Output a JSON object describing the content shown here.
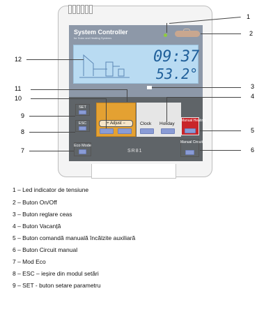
{
  "device": {
    "title": "System Controller",
    "subtitle": "for Solar and Heating Systems",
    "lcd_time": "09:37",
    "lcd_temp": "53.2°",
    "model": "SR81",
    "colors": {
      "panel_top": "#8d98a8",
      "panel_bottom": "#5f6468",
      "lcd": "#b9dbf2",
      "adjust": "#e4a132",
      "manual_heating": "#c8252a",
      "button": "#8a9cd6",
      "led": "#8ecb3f"
    }
  },
  "buttons": {
    "set": "SET",
    "esc": "ESC",
    "eco_mode": "Eco Mode",
    "adjust": "Adjust",
    "adjust_plus": "+",
    "adjust_minus": "−",
    "clock": "Clock",
    "holiday": "Holiday",
    "manual_heating": "Manual Heating",
    "manual_circuit": "Manual Circuit"
  },
  "callouts": [
    "1",
    "2",
    "3",
    "4",
    "5",
    "6",
    "7",
    "8",
    "9",
    "10",
    "11",
    "12"
  ],
  "legend": [
    "1 – Led indicator de tensiune",
    "2 – Buton On/Off",
    "3 – Buton reglare ceas",
    "4 – Buton  Vacanță",
    "5 – Buton comandă manuală încălzite auxiliară",
    "6 – Buton Circuit manual",
    "7 – Mod Eco",
    "8 – ESC – ieșire din modul setări",
    "9 – SET - buton setare parametru"
  ]
}
